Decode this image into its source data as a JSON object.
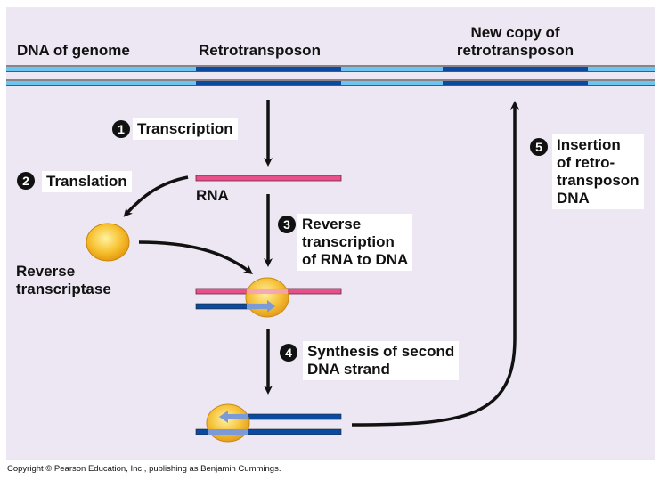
{
  "header": {
    "dna_genome": "DNA of genome",
    "retrotransposon": "Retrotransposon",
    "new_copy_line1": "New copy of",
    "new_copy_line2": "retrotransposon"
  },
  "steps": [
    {
      "number": "1",
      "label": "Transcription"
    },
    {
      "number": "2",
      "label": "Translation"
    },
    {
      "number": "3",
      "lines": [
        "Reverse",
        "transcription",
        "of RNA to DNA"
      ]
    },
    {
      "number": "4",
      "lines": [
        "Synthesis of second",
        "DNA strand"
      ]
    },
    {
      "number": "5",
      "lines": [
        "Insertion",
        "of retro-",
        "transposon",
        "DNA"
      ]
    }
  ],
  "labels": {
    "rna": "RNA",
    "enzyme_line1": "Reverse",
    "enzyme_line2": "transcriptase"
  },
  "colors": {
    "genome_dna": "#6cc4f0",
    "retro_dna": "#0a4aa0",
    "rna": "#e8508a",
    "enzyme": "#f5b82e",
    "background": "#ede7f3"
  },
  "copyright": "Copyright © Pearson Education, Inc., publishing as Benjamin Cummings."
}
